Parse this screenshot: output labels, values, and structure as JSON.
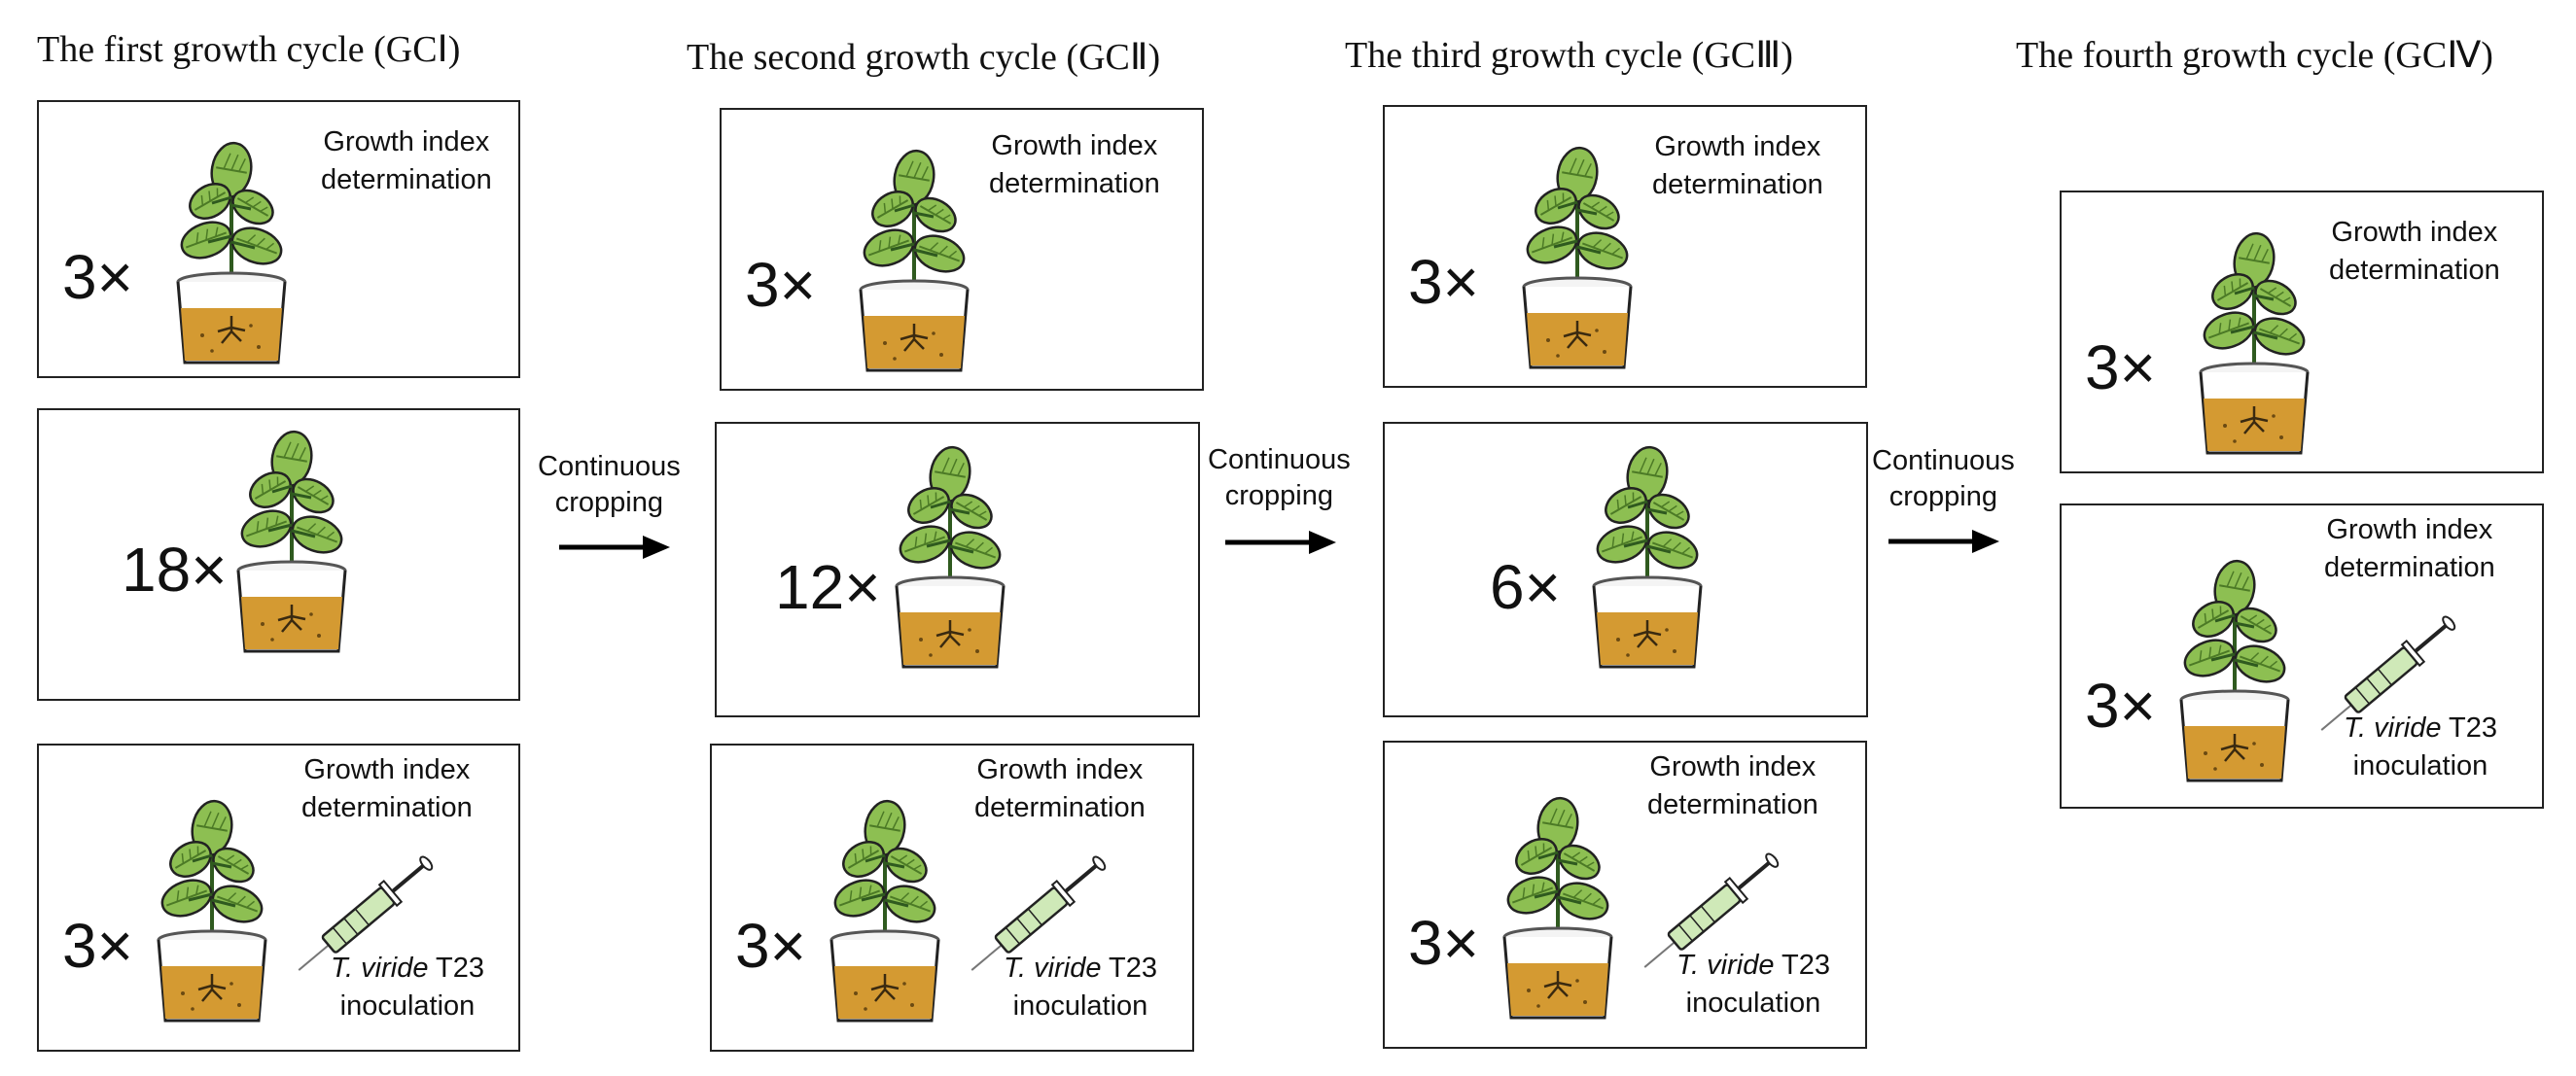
{
  "columns": [
    {
      "title": "The first growth cycle (GCⅠ)",
      "panels": [
        {
          "count": "3×",
          "growth_index": [
            "Growth index",
            "determination"
          ],
          "inoculated": false
        },
        {
          "count": "18×",
          "inoculated": false
        },
        {
          "count": "3×",
          "growth_index": [
            "Growth index",
            "determination"
          ],
          "inoculated": true,
          "inoculation": {
            "species": "T. viride",
            "strain": " T23",
            "word": "inoculation"
          }
        }
      ]
    },
    {
      "title": "The second growth cycle (GCⅡ)",
      "panels": [
        {
          "count": "3×",
          "growth_index": [
            "Growth index",
            "determination"
          ],
          "inoculated": false
        },
        {
          "count": "12×",
          "inoculated": false
        },
        {
          "count": "3×",
          "growth_index": [
            "Growth index",
            "determination"
          ],
          "inoculated": true,
          "inoculation": {
            "species": "T. viride",
            "strain": " T23",
            "word": "inoculation"
          }
        }
      ]
    },
    {
      "title": "The third growth cycle (GCⅢ)",
      "panels": [
        {
          "count": "3×",
          "growth_index": [
            "Growth index",
            "determination"
          ],
          "inoculated": false
        },
        {
          "count": "6×",
          "inoculated": false
        },
        {
          "count": "3×",
          "growth_index": [
            "Growth index",
            "determination"
          ],
          "inoculated": true,
          "inoculation": {
            "species": "T. viride",
            "strain": " T23",
            "word": "inoculation"
          }
        }
      ]
    },
    {
      "title": "The fourth growth cycle (GCⅣ)",
      "panels": [
        {
          "count": "3×",
          "growth_index": [
            "Growth index",
            "determination"
          ],
          "inoculated": false
        },
        {
          "count": "3×",
          "growth_index": [
            "Growth index",
            "determination"
          ],
          "inoculated": true,
          "inoculation": {
            "species": "T. viride",
            "strain": " T23",
            "word": "inoculation"
          }
        }
      ]
    }
  ],
  "arrows": [
    {
      "label": [
        "Continuous",
        "cropping"
      ]
    },
    {
      "label": [
        "Continuous",
        "cropping"
      ]
    },
    {
      "label": [
        "Continuous",
        "cropping"
      ]
    }
  ],
  "colors": {
    "leaf": "#8dbf52",
    "leaf_dark": "#4c7a26",
    "stem": "#2f5a1f",
    "soil": "#d49a32",
    "pot_rim": "#555555",
    "syringe_fill": "#cfe9b8",
    "outline": "#222222"
  }
}
